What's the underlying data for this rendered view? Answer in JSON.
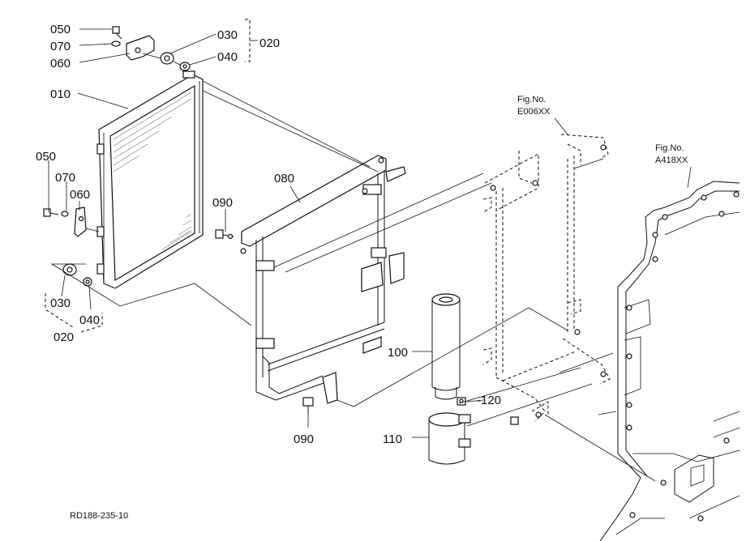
{
  "labels": {
    "p050_top": "050",
    "p070_top": "070",
    "p060_top": "060",
    "p030_top": "030",
    "p040_top": "040",
    "p020_top": "020",
    "p010": "010",
    "p050_left": "050",
    "p070_left": "070",
    "p060_left": "060",
    "p030_bottom": "030",
    "p040_bottom": "040",
    "p020_bottom": "020",
    "p080": "080",
    "p090_top": "090",
    "p090_bottom": "090",
    "p100": "100",
    "p110": "110",
    "p120": "-120"
  },
  "figrefs": {
    "fig1_title": "Fig.No.",
    "fig1_code": "E006XX",
    "fig2_title": "Fig.No.",
    "fig2_code": "A418XX"
  },
  "footer": {
    "code": "RD188-235-10"
  }
}
